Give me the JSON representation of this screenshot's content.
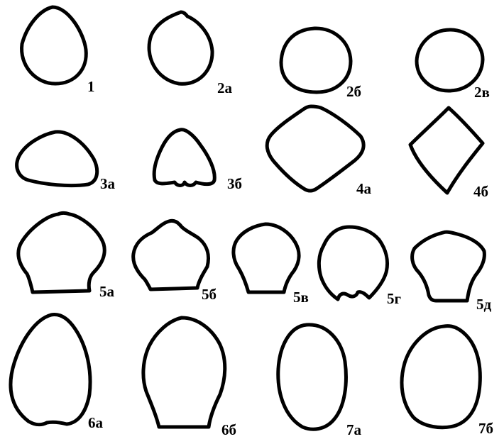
{
  "figure": {
    "stroke_color": "#000000",
    "background": "#ffffff",
    "shapes": [
      {
        "id": "s1",
        "label": "1"
      },
      {
        "id": "s2a",
        "label": "2а"
      },
      {
        "id": "s2b",
        "label": "2б"
      },
      {
        "id": "s2v",
        "label": "2в"
      },
      {
        "id": "s3a",
        "label": "3а"
      },
      {
        "id": "s3b",
        "label": "3б"
      },
      {
        "id": "s4a",
        "label": "4а"
      },
      {
        "id": "s4b",
        "label": "4б"
      },
      {
        "id": "s5a",
        "label": "5а"
      },
      {
        "id": "s5b",
        "label": "5б"
      },
      {
        "id": "s5v",
        "label": "5в"
      },
      {
        "id": "s5g",
        "label": "5г"
      },
      {
        "id": "s5d",
        "label": "5д"
      },
      {
        "id": "s6a",
        "label": "6а"
      },
      {
        "id": "s6b",
        "label": "6б"
      },
      {
        "id": "s7a",
        "label": "7а"
      },
      {
        "id": "s7b",
        "label": "7б"
      }
    ]
  }
}
